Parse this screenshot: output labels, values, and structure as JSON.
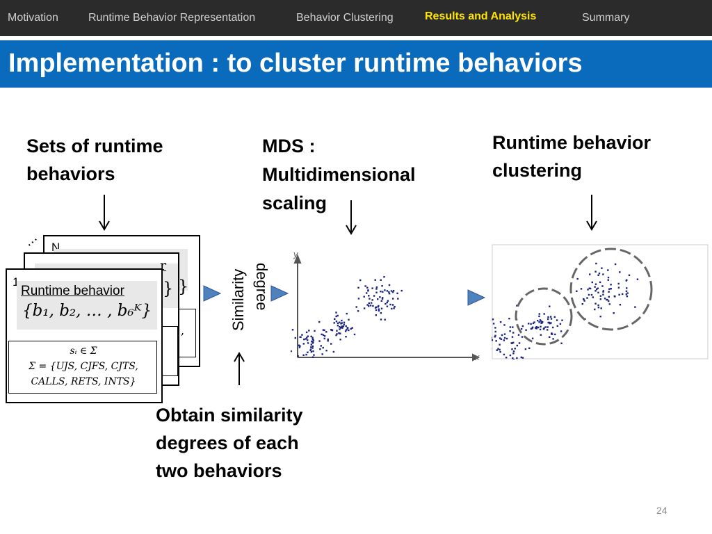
{
  "nav": {
    "items": [
      {
        "label": "Motivation",
        "active": false
      },
      {
        "label": "Runtime Behavior Representation",
        "active": false
      },
      {
        "label": "Behavior Clustering",
        "active": false
      },
      {
        "label": "Results and Analysis",
        "active": true
      },
      {
        "label": "Summary",
        "active": false
      }
    ]
  },
  "slide": {
    "title": "Implementation : to cluster runtime behaviors",
    "page_number": "24",
    "captions": {
      "sets_line1": "Sets of runtime",
      "sets_line2": "behaviors",
      "mds_line1": "MDS :",
      "mds_line2": "Multidimensional",
      "mds_line3": "scaling",
      "cluster_line1": "Runtime behavior",
      "cluster_line2": "clustering",
      "obtain_line1": "Obtain similarity",
      "obtain_line2": "degrees of each",
      "obtain_line3": "two behaviors"
    },
    "similarity": {
      "word1": "Similarity",
      "word2": "degree"
    },
    "cards": {
      "back_number": "N",
      "front_number": "1",
      "ellipsis": "⋯",
      "behavior_label": "Runtime behavior",
      "behavior_set": "{b₁, b₂, … , b₆ᴷ}",
      "sigma_line1": "sᵢ ∈ Σ",
      "sigma_line2": "Σ = {UJS, CJFS, CJTS,",
      "sigma_line3": "CALLS, RETS, INTS}",
      "peek_r": "r",
      "peek_brace": "}",
      "peek_comma": ","
    },
    "plot": {
      "x_label": "x",
      "y_label": "y"
    },
    "colors": {
      "nav_bg": "#2b2b2b",
      "title_bar": "#0a6bbd",
      "active_nav": "#ffe600",
      "arrow_fill": "#4f81bd",
      "points": "#1a237e"
    }
  }
}
